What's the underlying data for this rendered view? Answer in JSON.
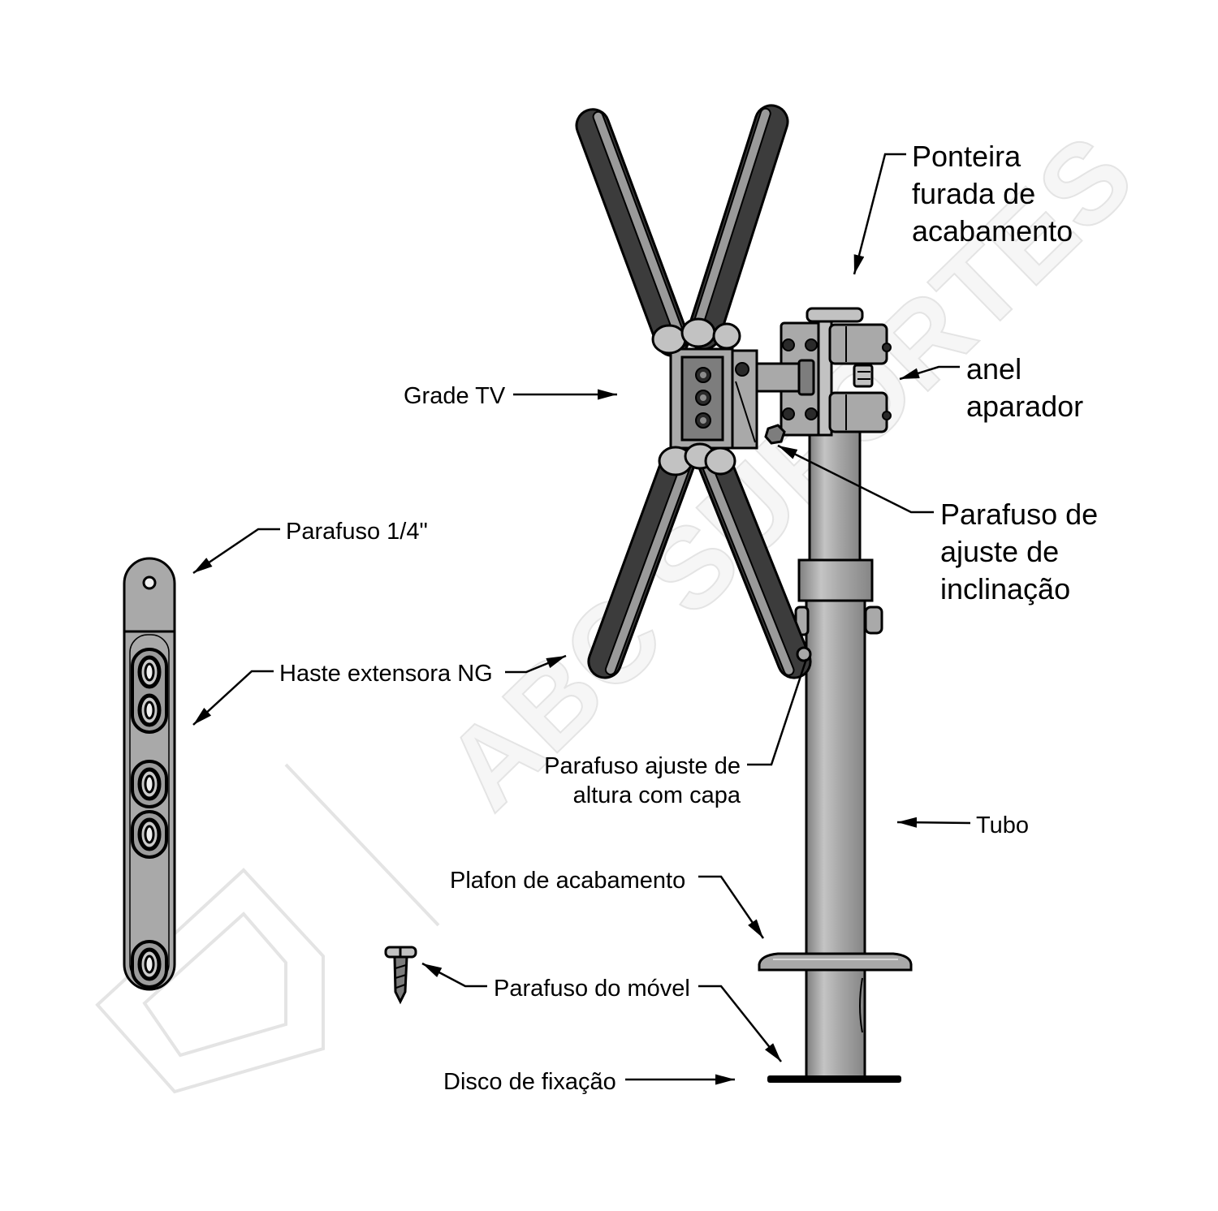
{
  "watermark": "ABC SUPORTES",
  "labels": {
    "ponteira": [
      "Ponteira",
      "furada de",
      "acabamento"
    ],
    "anel": [
      "anel",
      "aparador"
    ],
    "parafuso_inclinacao": [
      "Parafuso de",
      "ajuste de",
      "inclinação"
    ],
    "grade_tv": "Grade TV",
    "parafuso_quarto": "Parafuso 1/4\"",
    "haste": "Haste extensora NG",
    "parafuso_altura": [
      "Parafuso ajuste de",
      "altura com capa"
    ],
    "tubo": "Tubo",
    "plafon": "Plafon de acabamento",
    "parafuso_movel": "Parafuso do móvel",
    "disco": "Disco de fixação"
  },
  "colors": {
    "metal": "#a9a9a9",
    "arm": "#3c3c3c",
    "ink": "#000000",
    "watermark": "#e4e4e4"
  }
}
